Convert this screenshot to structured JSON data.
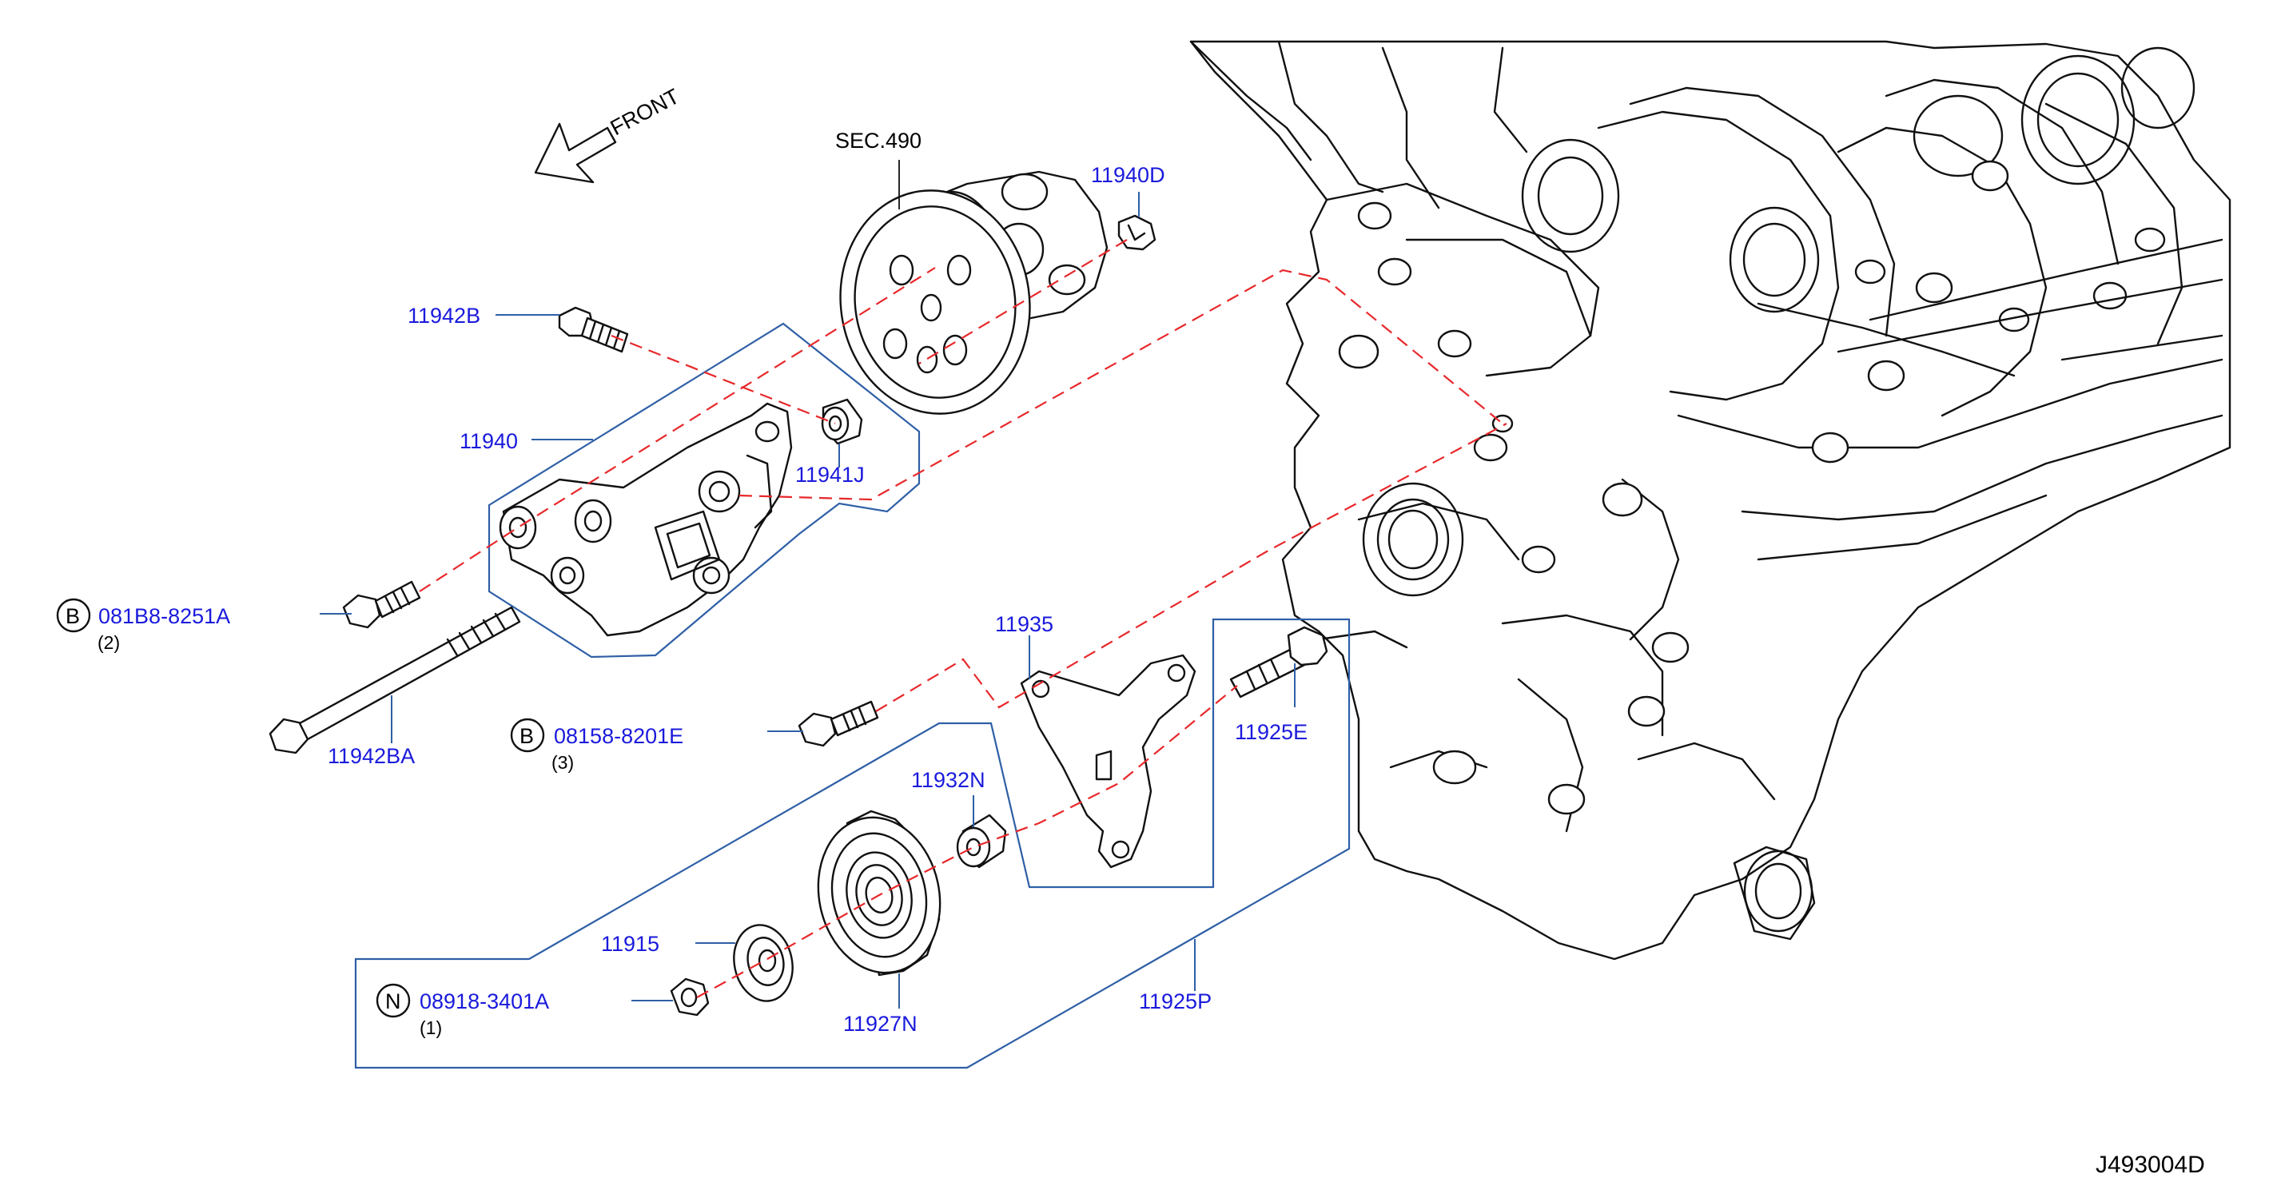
{
  "direction": {
    "label": "FRONT"
  },
  "section_ref": "SEC.490",
  "diagram_code": "J493004D",
  "parts": {
    "p11940D": "11940D",
    "p11942B": "11942B",
    "p11940": "11940",
    "p11941J": "11941J",
    "p081B8": {
      "prefix": "B",
      "number": "081B8-8251A",
      "qty": "(2)"
    },
    "p11942BA": "11942BA",
    "p11935": "11935",
    "p08158": {
      "prefix": "B",
      "number": "08158-8201E",
      "qty": "(3)"
    },
    "p11925E": "11925E",
    "p11932N": "11932N",
    "p11915": "11915",
    "p08918": {
      "prefix": "N",
      "number": "08918-3401A",
      "qty": "(1)"
    },
    "p11927N": "11927N",
    "p11925P": "11925P"
  }
}
